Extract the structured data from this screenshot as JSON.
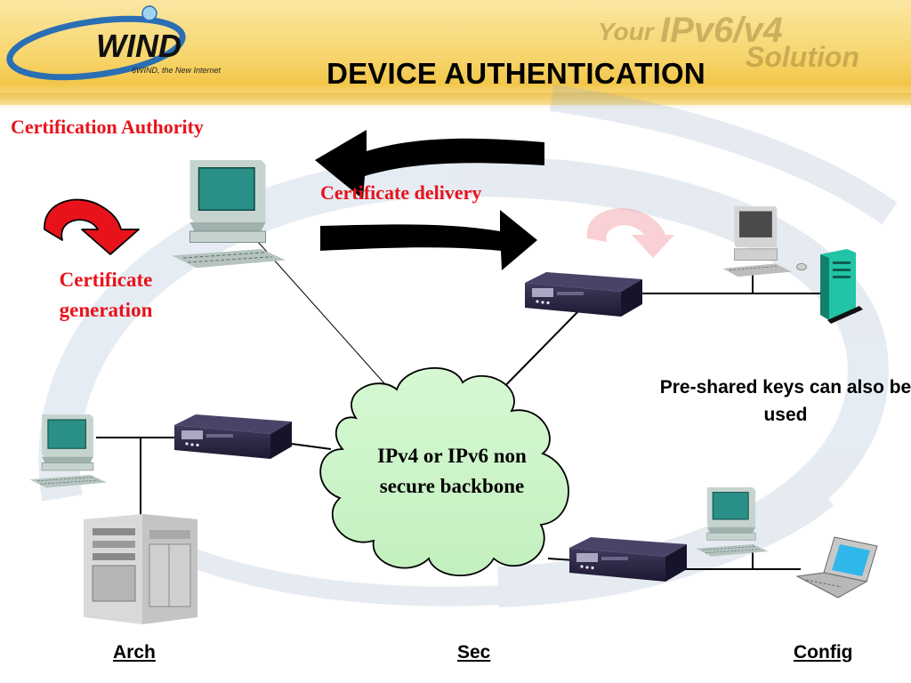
{
  "slide": {
    "title": "DEVICE AUTHENTICATION",
    "logo_tagline": "6WIND, the New Internet",
    "brand": {
      "your": "Your",
      "ip": "IPv6/v4",
      "solution": "Solution"
    }
  },
  "labels": {
    "certification_authority": "Certification Authority",
    "certificate_delivery": "Certificate delivery",
    "certificate_generation": "Certificate generation",
    "pre_shared_keys": "Pre-shared keys can also be used",
    "backbone": "IPv4 or IPv6 non secure backbone"
  },
  "footer": {
    "arch": "Arch",
    "sec": "Sec",
    "config": "Config"
  },
  "colors": {
    "accent_red": "#e8121b",
    "cloud_fill": "#ccf5c9",
    "header_gold": "#f5cf5c",
    "device_dark": "#2b2540",
    "monitor_teal": "#2a8f86"
  },
  "icons": [
    "workstation-icon",
    "router-icon",
    "server-tower-icon",
    "server-rack-icon",
    "laptop-icon",
    "cloud-icon",
    "curved-arrow-icon",
    "block-arrow-icon",
    "logo-swoosh-icon"
  ]
}
